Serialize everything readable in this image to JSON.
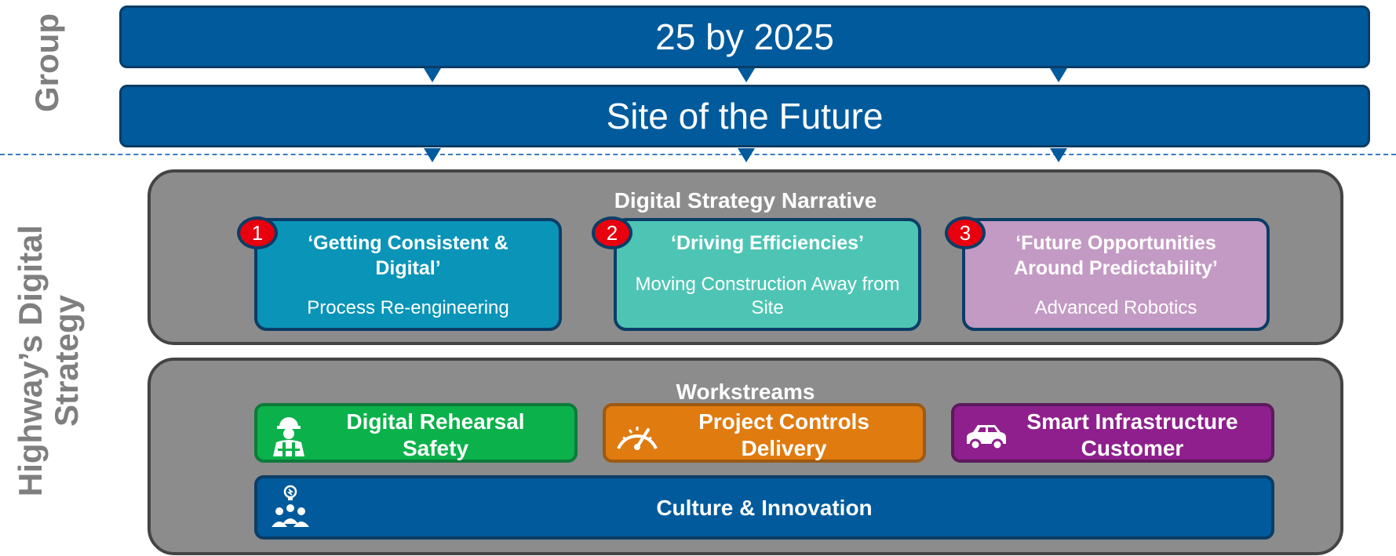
{
  "side_labels": {
    "group": "Group",
    "highway_line1": "Highway’s Digital",
    "highway_line2": "Strategy"
  },
  "top_bars": {
    "first": "25 by 2025",
    "second": "Site of the Future"
  },
  "narrative": {
    "title": "Digital Strategy Narrative",
    "cards": [
      {
        "number": "1",
        "title": "‘Getting Consistent & Digital’",
        "subtitle": "Process Re-engineering",
        "color": "#0a94b8"
      },
      {
        "number": "2",
        "title": "‘Driving Efficiencies’",
        "subtitle": "Moving Construction Away from Site",
        "color": "#4ec5b4"
      },
      {
        "number": "3",
        "title": "‘Future Opportunities Around Predictability’",
        "subtitle": "Advanced Robotics",
        "color": "#c39ac3"
      }
    ]
  },
  "workstreams": {
    "title": "Workstreams",
    "items": [
      {
        "line1": "Digital Rehearsal",
        "line2": "Safety",
        "icon": "worker-icon",
        "color": "#0bb14a"
      },
      {
        "line1": "Project Controls",
        "line2": "Delivery",
        "icon": "speedometer-icon",
        "color": "#e07b10"
      },
      {
        "line1": "Smart Infrastructure",
        "line2": "Customer",
        "icon": "car-icon",
        "color": "#8e1f8c"
      }
    ],
    "culture": {
      "label": "Culture & Innovation",
      "icon": "team-idea-icon",
      "color": "#005a9c"
    }
  }
}
